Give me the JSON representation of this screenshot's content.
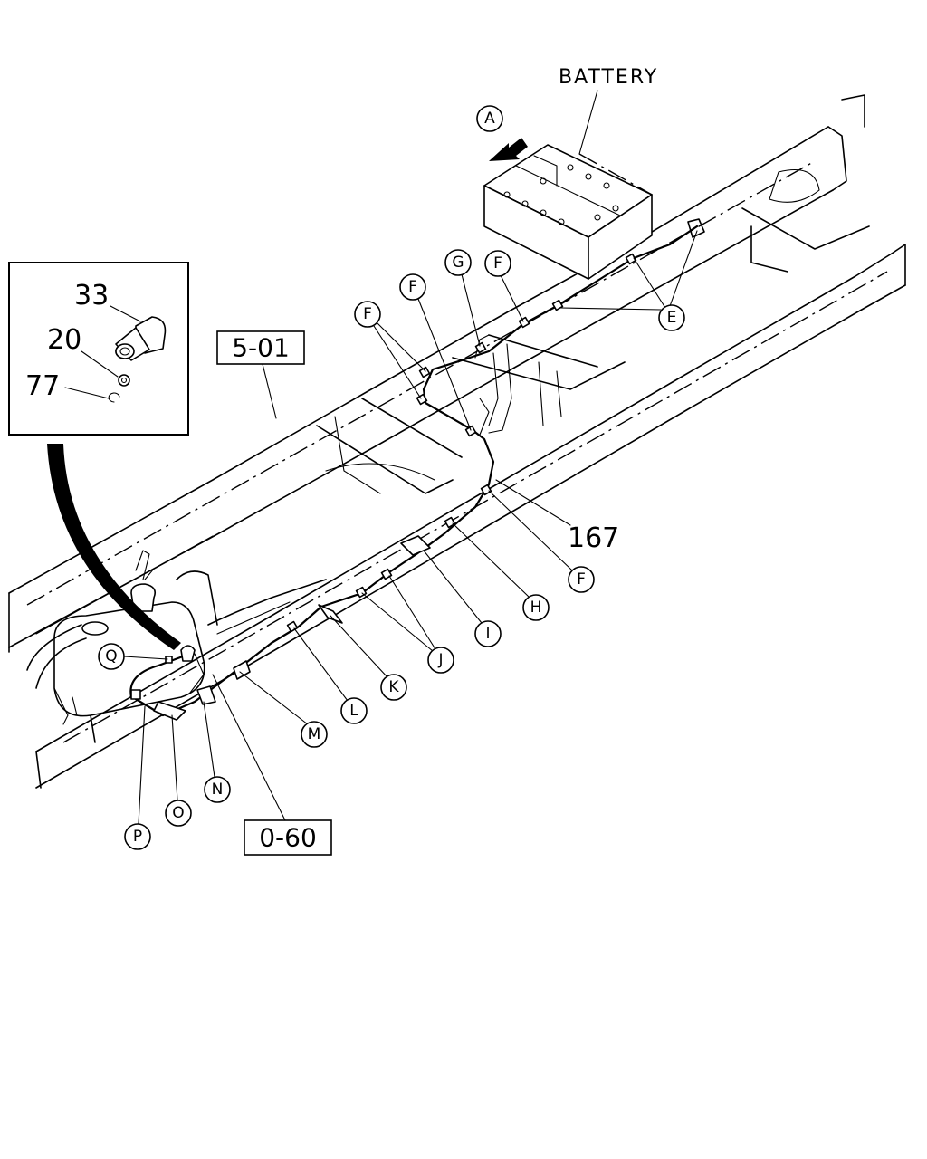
{
  "title": "BATTERY",
  "view_marker": "A",
  "reference_boxes": {
    "frame_ref": "5-01",
    "lower_ref": "0-60"
  },
  "part_numbers": {
    "harness": "167",
    "cap": "33",
    "washer": "20",
    "clip": "77"
  },
  "callouts": {
    "E": "E",
    "F1": "F",
    "F2": "F",
    "F3": "F",
    "F4": "F",
    "G": "G",
    "H": "H",
    "I": "I",
    "J": "J",
    "K": "K",
    "L": "L",
    "M": "M",
    "N": "N",
    "O": "O",
    "P": "P",
    "Q": "Q"
  }
}
